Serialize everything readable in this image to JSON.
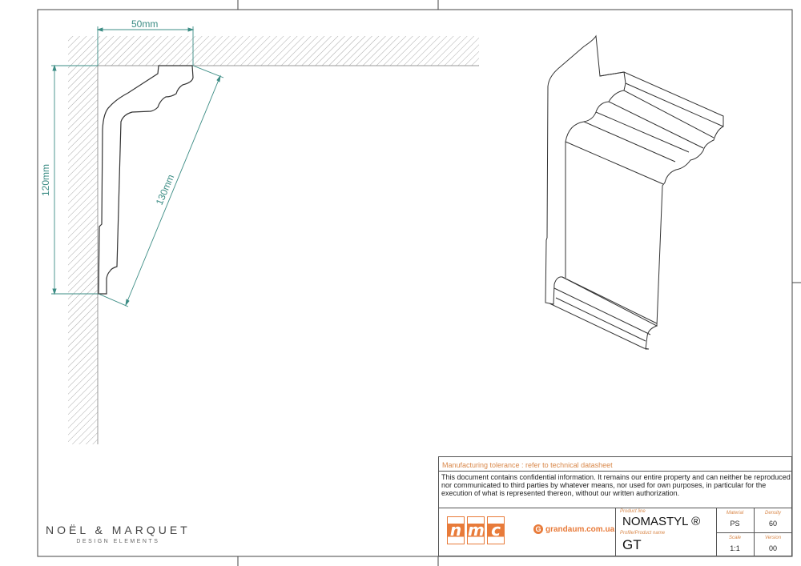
{
  "drawing": {
    "dimensions": {
      "width": "50mm",
      "height": "120mm",
      "projection": "130mm"
    },
    "dimension_color": "#3b8c84"
  },
  "brand": {
    "name": "NOËL & MARQUET",
    "tagline": "DESIGN ELEMENTS"
  },
  "title_block": {
    "tolerance": "Manufacturing tolerance : refer to technical datasheet",
    "confidentiality": "This document contains confidential information. It remains our entire property and can neither be reproduced nor communicated to third parties by whatever means, nor used for own purposes, in particular for the execution of what is represented thereon, without our written authorization.",
    "logo_letters": [
      "n",
      "m",
      "c"
    ],
    "dealer": {
      "icon": "G",
      "site": "grandaum.com.ua"
    },
    "product_line_label": "Product line",
    "product_line": "NOMASTYL ®",
    "product_name_label": "Profile/Product name",
    "product_name": "GT",
    "material_label": "Material",
    "material": "PS",
    "density_label": "Density",
    "density": "60",
    "scale_label": "Scale",
    "scale": "1:1",
    "version_label": "Version",
    "version": "00",
    "accent_color": "#d9884a"
  }
}
